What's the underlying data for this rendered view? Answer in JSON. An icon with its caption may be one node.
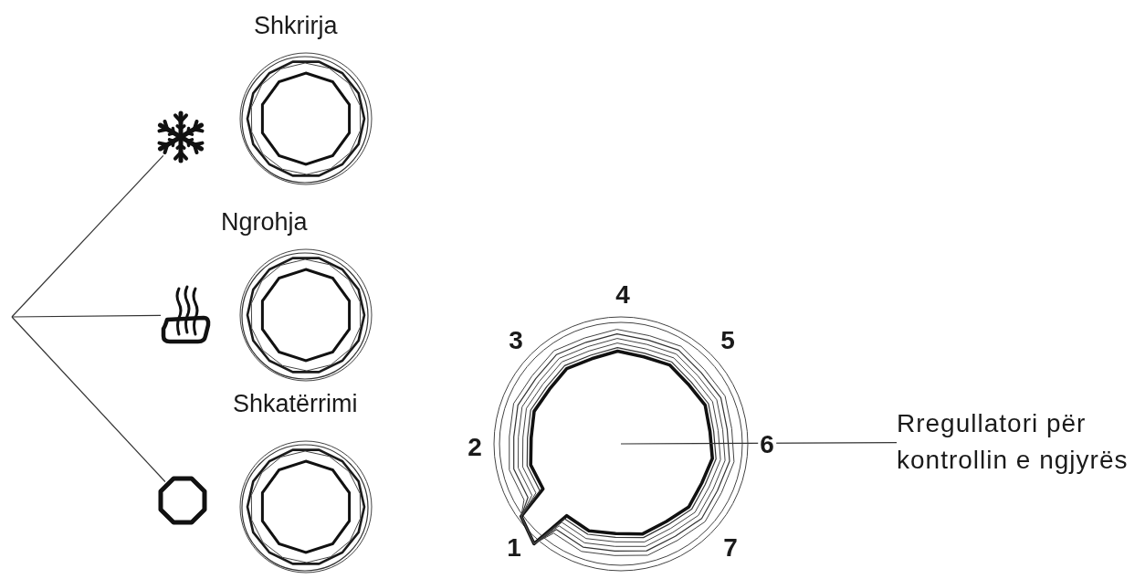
{
  "diagram": {
    "nodes": [
      {
        "text": [
          "Shkrirja"
        ]
      },
      {
        "text": [
          "Ngrohja"
        ]
      },
      {
        "text": [
          "Shkatërrimi"
        ]
      },
      {
        "text": [],
        "shape": "picture"
      },
      {
        "text": [],
        "shape": "picture"
      },
      {
        "text": [],
        "shape": "picture"
      },
      {
        "text": [],
        "shape": "circle",
        "beside": [
          "4",
          "3",
          "5",
          "2",
          "6",
          "1",
          "7"
        ]
      },
      {
        "text": [
          "Rregullatori për kontrollin e ngjyrës"
        ]
      }
    ],
    "edges": [
      {
        "from": null,
        "to": 3,
        "arrow": "none"
      },
      {
        "from": null,
        "to": 4,
        "arrow": "none"
      },
      {
        "from": null,
        "to": 5,
        "arrow": "none"
      },
      {
        "from": 7,
        "to": 6,
        "arrow": "none"
      }
    ]
  }
}
